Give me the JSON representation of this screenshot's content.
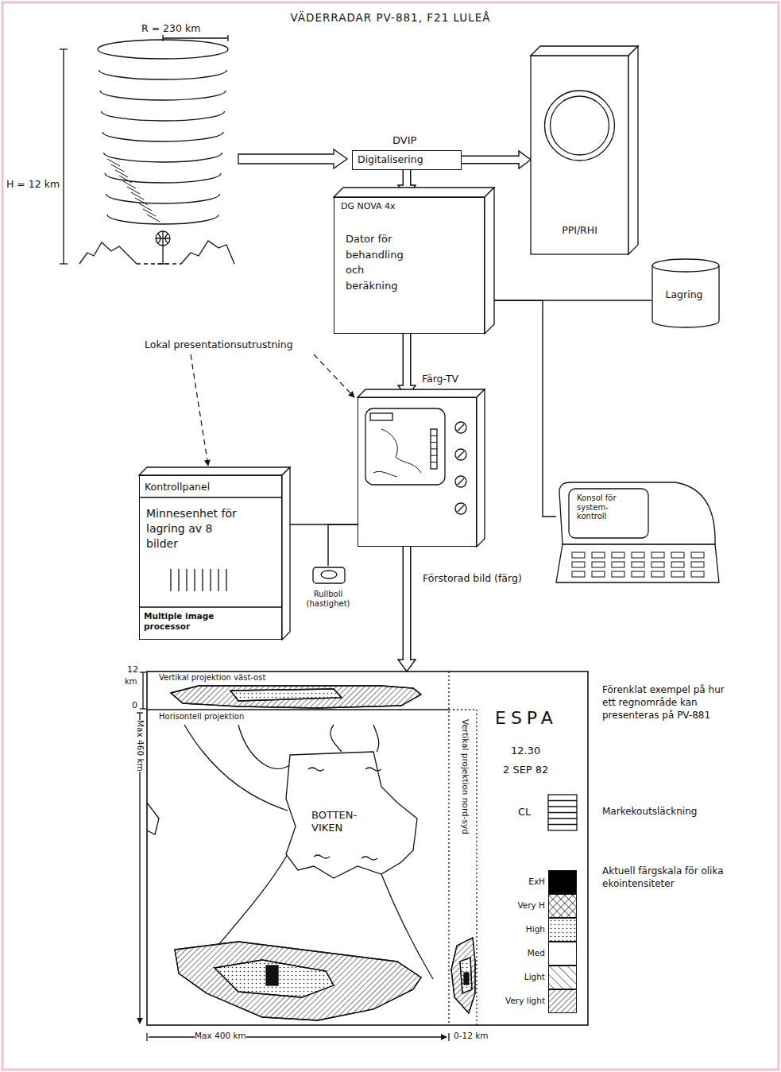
{
  "diagram": {
    "title": "VÄDERRADAR PV-881, F21 LULEÅ",
    "nodes": [
      {
        "text": [
          "DVIP",
          "Digitalisering"
        ]
      },
      {
        "text": [
          "DG NOVA 4x",
          "Dator för behandling och beräkning"
        ]
      },
      {
        "text": [
          "PPI/RHI"
        ]
      },
      {
        "text": [
          "Lagring"
        ]
      },
      {
        "text": [
          "Färg-TV"
        ]
      },
      {
        "text": [
          "Konsol för system-kontroll"
        ]
      },
      {
        "text": [
          "Kontrollpanel",
          "Minnesenhet för lagring av 8 bilder",
          "Multiple image processor"
        ]
      },
      {
        "text": [
          "Rullboll (hastighet)"
        ]
      },
      {
        "text": [
          "ESPA",
          "12.30",
          "2 SEP 82"
        ]
      }
    ],
    "edges": [
      {
        "from": 0,
        "to": 2,
        "arrow": "to"
      },
      {
        "from": 0,
        "to": 1,
        "arrow": "to"
      },
      {
        "from": 1,
        "to": 4,
        "arrow": "to"
      },
      {
        "from": 1,
        "to": 3,
        "arrow": "none"
      },
      {
        "from": 1,
        "to": 5,
        "arrow": "none"
      },
      {
        "from": 6,
        "to": 4,
        "arrow": "none"
      },
      {
        "from": 7,
        "to": 4,
        "arrow": "none"
      },
      {
        "from": 4,
        "to": 8,
        "arrow": "to",
        "label": "Förstorad bild (färg)"
      }
    ],
    "labels": [
      "R = 230 km",
      "H = 12 km",
      "Lokal presentationsutrustning",
      "Vertikal projektion väst-ost",
      "12",
      "km",
      "0",
      "Horisontell projektion",
      "Max 460 km",
      "BOTTEN- VIKEN",
      "Vertikal projektion nord-syd",
      "Max 400 km",
      "0-12 km",
      "CL",
      "Förenklat exempel på hur ett regnområde kan presenteras på PV-881",
      "Markekoutsläckning",
      "Aktuell färgskala för olika ekointensiteter"
    ],
    "legend": [
      {
        "text": "ExH",
        "color": "#000000"
      },
      {
        "text": "Very H"
      },
      {
        "text": "High"
      },
      {
        "text": "Med",
        "color": "#ffffff"
      },
      {
        "text": "Light"
      },
      {
        "text": "Very light"
      }
    ]
  }
}
